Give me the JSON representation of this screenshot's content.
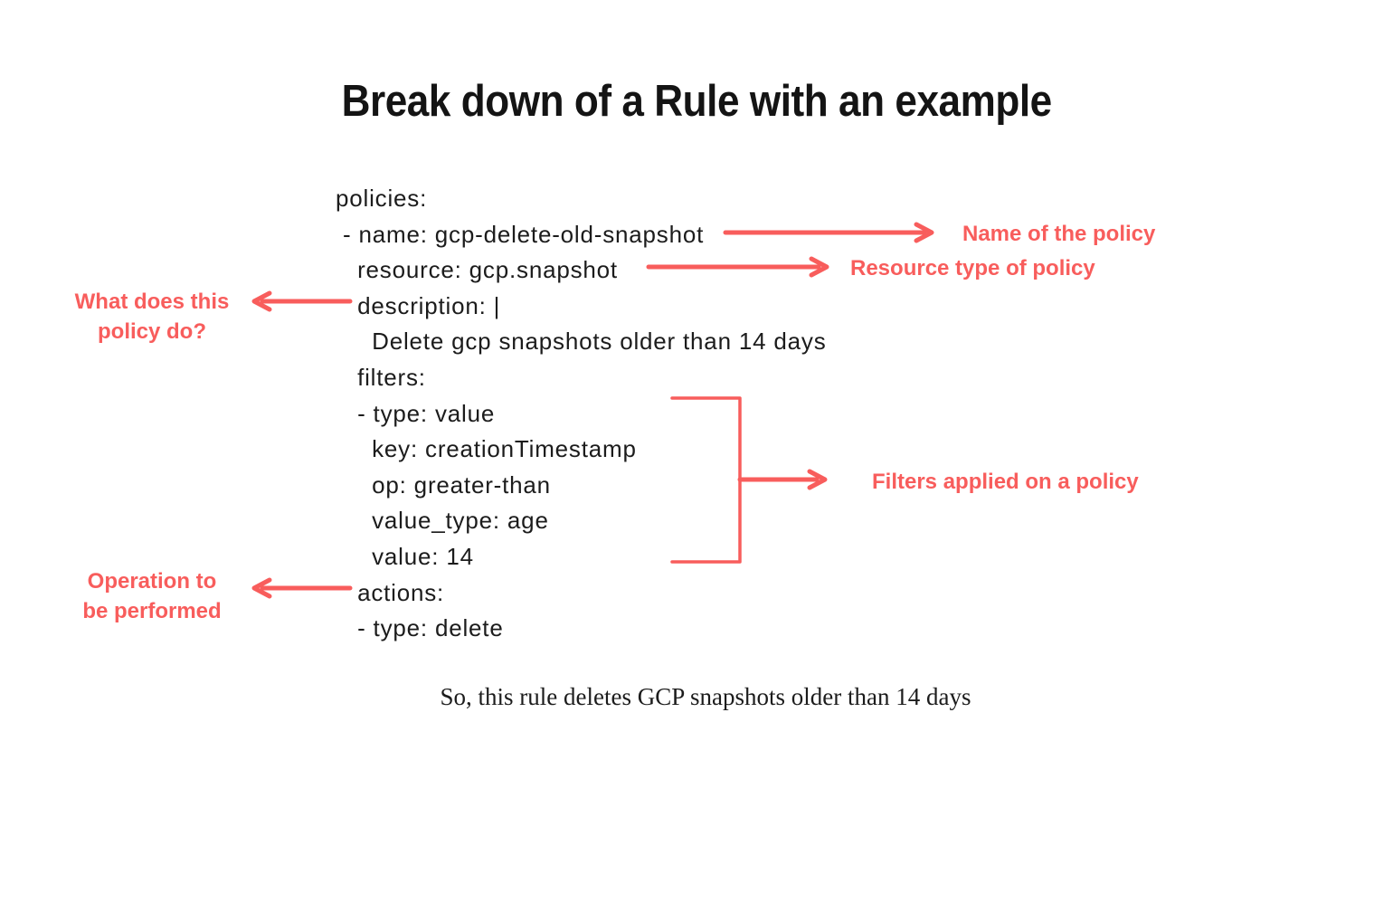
{
  "page": {
    "background": "#ffffff",
    "accent_color": "#f85d5c",
    "ink_color": "#141414"
  },
  "title": "Break down of a Rule with an example",
  "code": {
    "lines": [
      "policies:",
      " - name: gcp-delete-old-snapshot",
      "   resource: gcp.snapshot",
      "   description: |",
      "     Delete gcp snapshots older than 14 days",
      "   filters:",
      "   - type: value",
      "     key: creationTimestamp",
      "     op: greater-than",
      "     value_type: age",
      "     value: 14",
      "   actions:",
      "   - type: delete"
    ]
  },
  "annotations": {
    "name_label": "Name of the policy",
    "resource_label": "Resource type of policy",
    "filters_label": "Filters applied on a policy",
    "description_label_lines": [
      "What does this",
      "policy do?"
    ],
    "actions_label_lines": [
      "Operation to",
      "be performed"
    ]
  },
  "footer": "So, this rule deletes GCP snapshots older than 14 days"
}
